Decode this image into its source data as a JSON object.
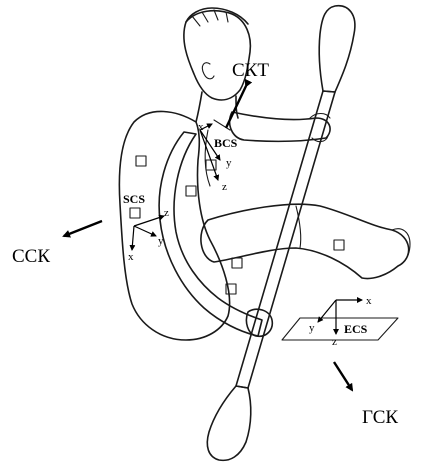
{
  "labels": {
    "skt": "СКТ",
    "ssk": "ССК",
    "gsk": "ГСК",
    "bcs": "BCS",
    "scs": "SCS",
    "ecs": "ECS"
  },
  "axes": {
    "bcs": {
      "x": "x",
      "y": "y",
      "z": "z"
    },
    "scs": {
      "x": "x",
      "y": "y",
      "z": "z"
    },
    "ecs": {
      "x": "x",
      "y": "y",
      "z": "z"
    }
  }
}
